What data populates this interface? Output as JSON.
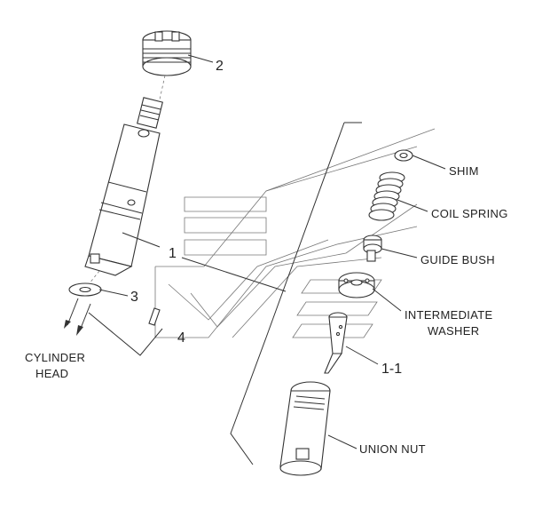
{
  "callouts": {
    "c1": "1",
    "c2": "2",
    "c3": "3",
    "c4": "4",
    "c11": "1-1"
  },
  "parts": {
    "shim": "SHIM",
    "coil_spring": "COIL SPRING",
    "guide_bush": "GUIDE BUSH",
    "intermediate_washer_1": "INTERMEDIATE",
    "intermediate_washer_2": "WASHER",
    "union_nut": "UNION NUT"
  },
  "location": {
    "line1": "CYLINDER",
    "line2": "HEAD"
  },
  "colors": {
    "ink": "#333333",
    "background": "#ffffff"
  }
}
